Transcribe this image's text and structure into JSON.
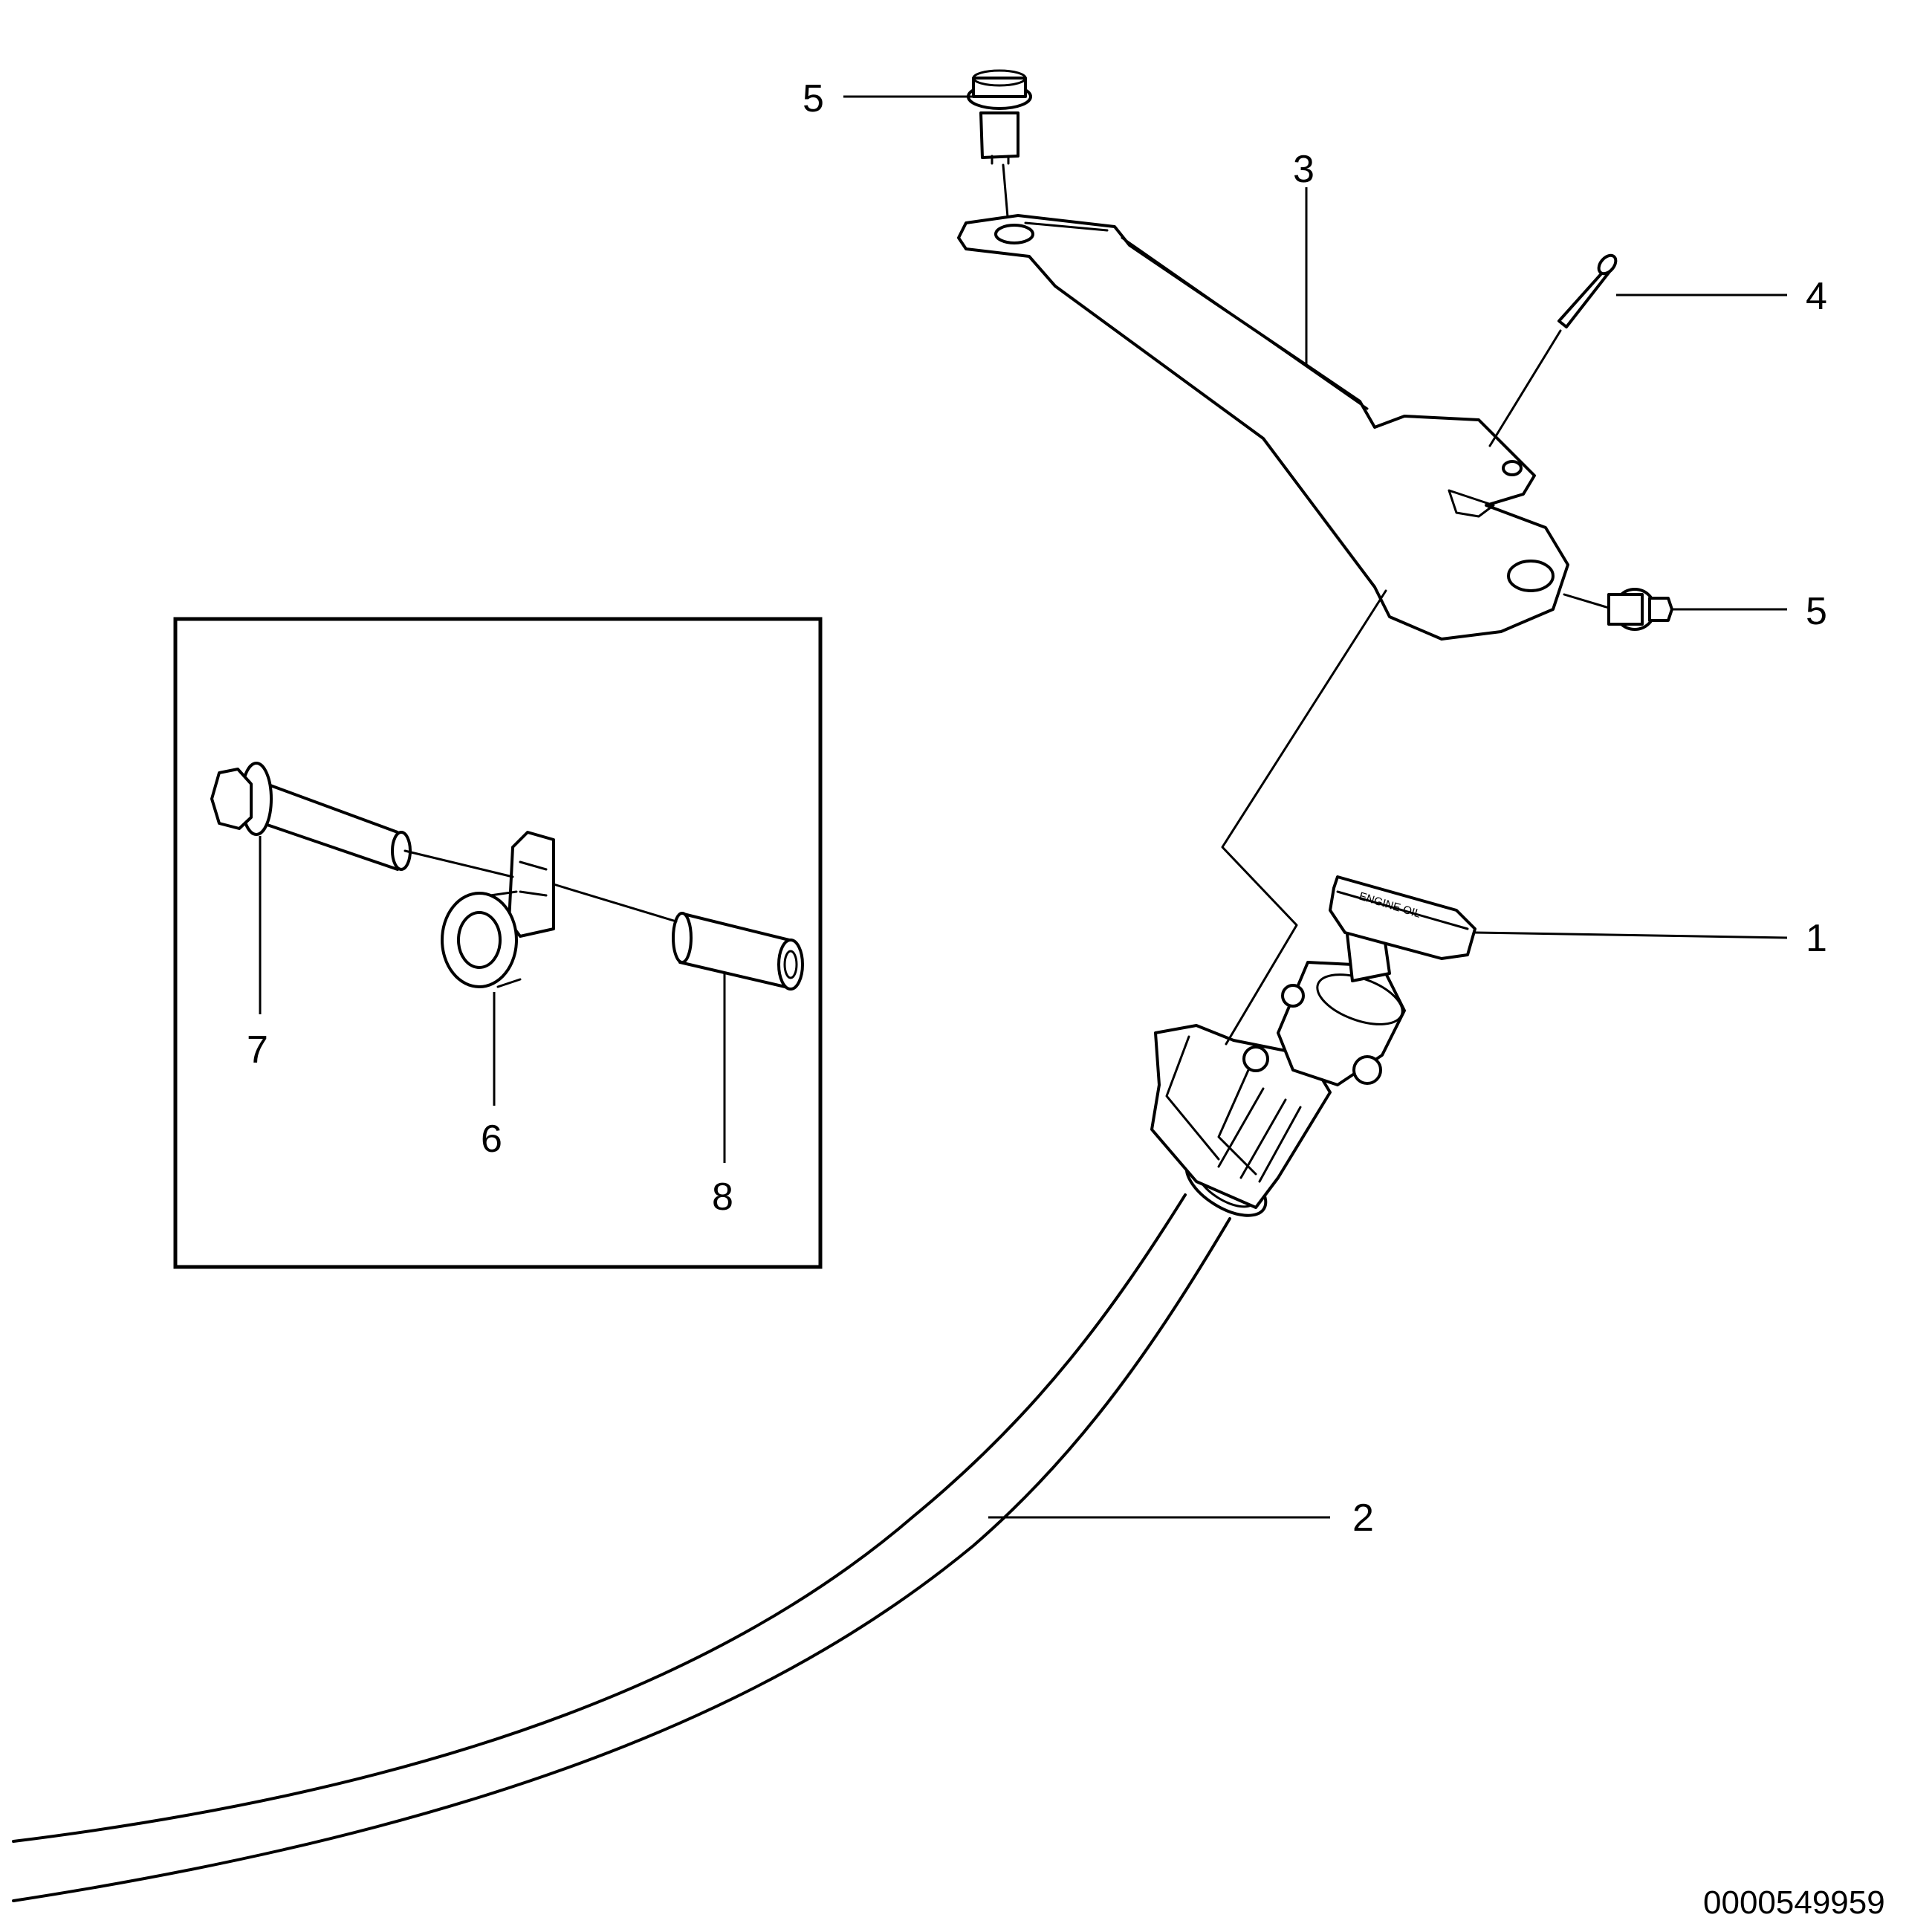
{
  "callouts": {
    "c1": "1",
    "c2": "2",
    "c3": "3",
    "c4": "4",
    "c5_top": "5",
    "c5_right": "5",
    "c6": "6",
    "c7": "7",
    "c8": "8"
  },
  "handle_text": "ENGINE OIL",
  "document_number": "0000549959"
}
